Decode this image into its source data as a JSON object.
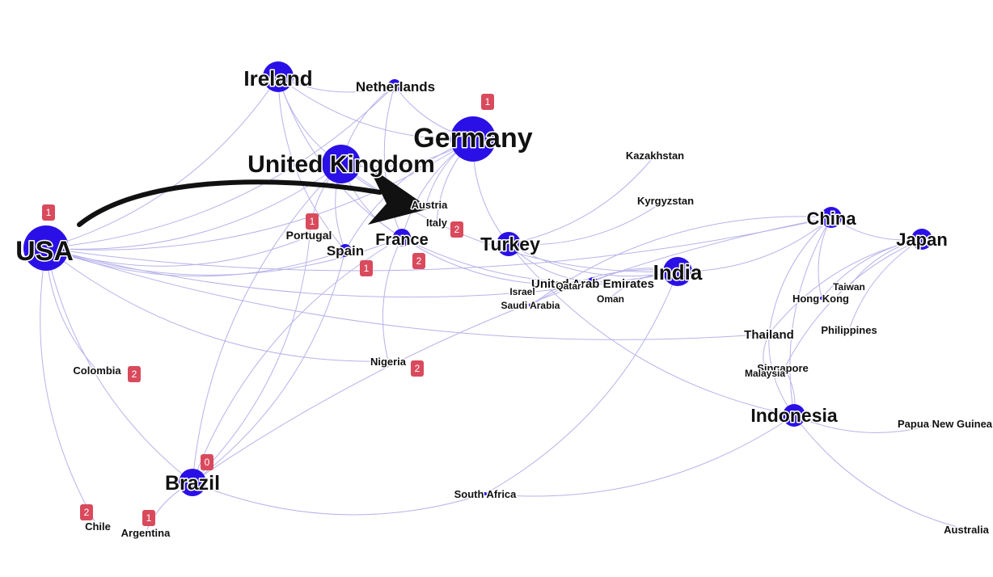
{
  "nodes": [
    {
      "id": "usa",
      "label": "USA"
    },
    {
      "id": "ireland",
      "label": "Ireland"
    },
    {
      "id": "netherlands",
      "label": "Netherlands"
    },
    {
      "id": "germany",
      "label": "Germany"
    },
    {
      "id": "uk",
      "label": "United Kingdom"
    },
    {
      "id": "austria",
      "label": "Austria"
    },
    {
      "id": "italy",
      "label": "Italy"
    },
    {
      "id": "portugal",
      "label": "Portugal"
    },
    {
      "id": "spain",
      "label": "Spain"
    },
    {
      "id": "france",
      "label": "France"
    },
    {
      "id": "turkey",
      "label": "Turkey"
    },
    {
      "id": "kazakhstan",
      "label": "Kazakhstan"
    },
    {
      "id": "kyrgyzstan",
      "label": "Kyrgyzstan"
    },
    {
      "id": "uae",
      "label": "United Arab Emirates"
    },
    {
      "id": "qatar",
      "label": "Qatar"
    },
    {
      "id": "israel",
      "label": "Israel"
    },
    {
      "id": "saudi",
      "label": "Saudi Arabia"
    },
    {
      "id": "oman",
      "label": "Oman"
    },
    {
      "id": "india",
      "label": "India"
    },
    {
      "id": "china",
      "label": "China"
    },
    {
      "id": "japan",
      "label": "Japan"
    },
    {
      "id": "taiwan",
      "label": "Taiwan"
    },
    {
      "id": "hongkong",
      "label": "Hong Kong"
    },
    {
      "id": "thailand",
      "label": "Thailand"
    },
    {
      "id": "philippines",
      "label": "Philippines"
    },
    {
      "id": "singapore",
      "label": "Singapore"
    },
    {
      "id": "malaysia",
      "label": "Malaysia"
    },
    {
      "id": "indonesia",
      "label": "Indonesia"
    },
    {
      "id": "png",
      "label": "Papua New Guinea"
    },
    {
      "id": "australia",
      "label": "Australia"
    },
    {
      "id": "colombia",
      "label": "Colombia"
    },
    {
      "id": "nigeria",
      "label": "Nigeria"
    },
    {
      "id": "brazil",
      "label": "Brazil"
    },
    {
      "id": "southafrica",
      "label": "South Africa"
    },
    {
      "id": "chile",
      "label": "Chile"
    },
    {
      "id": "argentina",
      "label": "Argentina"
    }
  ],
  "edges": [
    [
      "usa",
      "uk"
    ],
    [
      "usa",
      "ireland"
    ],
    [
      "usa",
      "germany"
    ],
    [
      "usa",
      "france"
    ],
    [
      "usa",
      "spain"
    ],
    [
      "usa",
      "portugal"
    ],
    [
      "usa",
      "china"
    ],
    [
      "usa",
      "india"
    ],
    [
      "usa",
      "nigeria"
    ],
    [
      "usa",
      "colombia"
    ],
    [
      "usa",
      "brazil"
    ],
    [
      "usa",
      "chile"
    ],
    [
      "usa",
      "netherlands"
    ],
    [
      "usa",
      "thailand"
    ],
    [
      "ireland",
      "germany"
    ],
    [
      "ireland",
      "uk"
    ],
    [
      "ireland",
      "netherlands"
    ],
    [
      "ireland",
      "france"
    ],
    [
      "ireland",
      "spain"
    ],
    [
      "netherlands",
      "germany"
    ],
    [
      "netherlands",
      "uk"
    ],
    [
      "netherlands",
      "france"
    ],
    [
      "uk",
      "germany"
    ],
    [
      "uk",
      "france"
    ],
    [
      "uk",
      "spain"
    ],
    [
      "uk",
      "portugal"
    ],
    [
      "uk",
      "india"
    ],
    [
      "uk",
      "brazil"
    ],
    [
      "uk",
      "austria"
    ],
    [
      "germany",
      "france"
    ],
    [
      "germany",
      "turkey"
    ],
    [
      "germany",
      "italy"
    ],
    [
      "germany",
      "austria"
    ],
    [
      "germany",
      "spain"
    ],
    [
      "france",
      "india"
    ],
    [
      "france",
      "uae"
    ],
    [
      "france",
      "brazil"
    ],
    [
      "france",
      "nigeria"
    ],
    [
      "turkey",
      "kazakhstan"
    ],
    [
      "turkey",
      "kyrgyzstan"
    ],
    [
      "turkey",
      "uae"
    ],
    [
      "turkey",
      "india"
    ],
    [
      "turkey",
      "indonesia"
    ],
    [
      "india",
      "uae"
    ],
    [
      "india",
      "china"
    ],
    [
      "india",
      "oman"
    ],
    [
      "india",
      "saudi"
    ],
    [
      "china",
      "japan"
    ],
    [
      "china",
      "thailand"
    ],
    [
      "china",
      "indonesia"
    ],
    [
      "china",
      "hongkong"
    ],
    [
      "china",
      "brazil"
    ],
    [
      "china",
      "saudi"
    ],
    [
      "japan",
      "taiwan"
    ],
    [
      "japan",
      "philippines"
    ],
    [
      "japan",
      "thailand"
    ],
    [
      "japan",
      "singapore"
    ],
    [
      "japan",
      "hongkong"
    ],
    [
      "thailand",
      "indonesia"
    ],
    [
      "thailand",
      "malaysia"
    ],
    [
      "indonesia",
      "png"
    ],
    [
      "indonesia",
      "australia"
    ],
    [
      "indonesia",
      "singapore"
    ],
    [
      "brazil",
      "argentina"
    ],
    [
      "brazil",
      "portugal"
    ],
    [
      "brazil",
      "spain"
    ],
    [
      "brazil",
      "southafrica"
    ],
    [
      "southafrica",
      "indonesia"
    ],
    [
      "southafrica",
      "india"
    ]
  ],
  "badges": [
    {
      "id": "b-usa",
      "text": "1"
    },
    {
      "id": "b-germany",
      "text": "1"
    },
    {
      "id": "b-portugal",
      "text": "1"
    },
    {
      "id": "b-italy",
      "text": "2"
    },
    {
      "id": "b-spain",
      "text": "1"
    },
    {
      "id": "b-france",
      "text": "2"
    },
    {
      "id": "b-colombia",
      "text": "2"
    },
    {
      "id": "b-nigeria",
      "text": "2"
    },
    {
      "id": "b-brazil",
      "text": "0"
    },
    {
      "id": "b-chile",
      "text": "2"
    },
    {
      "id": "b-argentina",
      "text": "1"
    }
  ],
  "colors": {
    "node": "#2a10e6",
    "edge": "#b7b2ea",
    "badge": "#d94a5c",
    "arrow": "#111111"
  }
}
